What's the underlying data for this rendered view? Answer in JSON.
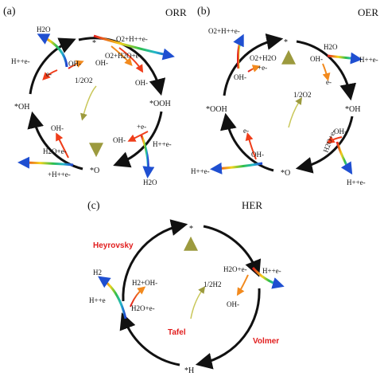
{
  "panels": {
    "a": {
      "label": "(a)",
      "title": "ORR",
      "states": {
        "top": "*",
        "right": "*OOH",
        "bottom": "*O",
        "left": "*OH"
      },
      "center": "1/2O2",
      "top_in": "O2+H++e-",
      "top_out_oh": "OH-",
      "top_out_alt": "O2+H2O+e-",
      "top_out_oh2": "OH-",
      "left_top": "H2O",
      "left_h": "H++e-",
      "left_e": "e-",
      "left_oh": "OH-",
      "right_e": "+e-",
      "right_oh": "OH-",
      "right_h": "H++e-",
      "right_h2o": "H2O",
      "bl_oh": "OH-",
      "bl_h2o": "H2O+e-",
      "bl_h": "+H++e-"
    },
    "b": {
      "label": "(b)",
      "title": "OER",
      "states": {
        "top": "*",
        "right": "*OH",
        "bottom": "*O",
        "left": "*OOH"
      },
      "center": "1/2O2",
      "tl_out": "O2+H++e-",
      "tl_in": "O2+H2O",
      "tl_e": "+e-",
      "tl_oh": "OH-",
      "tr_h2o": "H2O",
      "tr_oh": "OH-",
      "tr_h": "H++e-",
      "tr_e": "e-",
      "r_oh": "OH-",
      "r_h2o": "H2O+e-",
      "r_h": "H++e-",
      "bl_e": "e-",
      "bl_oh": "OH-",
      "bl_h": "H++e-"
    },
    "c": {
      "label": "(c)",
      "title": "HER",
      "states": {
        "top": "*",
        "bottom": "*H"
      },
      "center": "1/2H2",
      "heyrovsky": "Heyrovsky",
      "tafel": "Tafel",
      "volmer": "Volmer",
      "l_h2": "H2",
      "l_h2oh": "H2+OH-",
      "l_h": "H++e",
      "l_h2o": "H2O+e-",
      "r_h2o": "H2O+e-",
      "r_h": "H++e-",
      "r_oh": "OH-"
    }
  }
}
